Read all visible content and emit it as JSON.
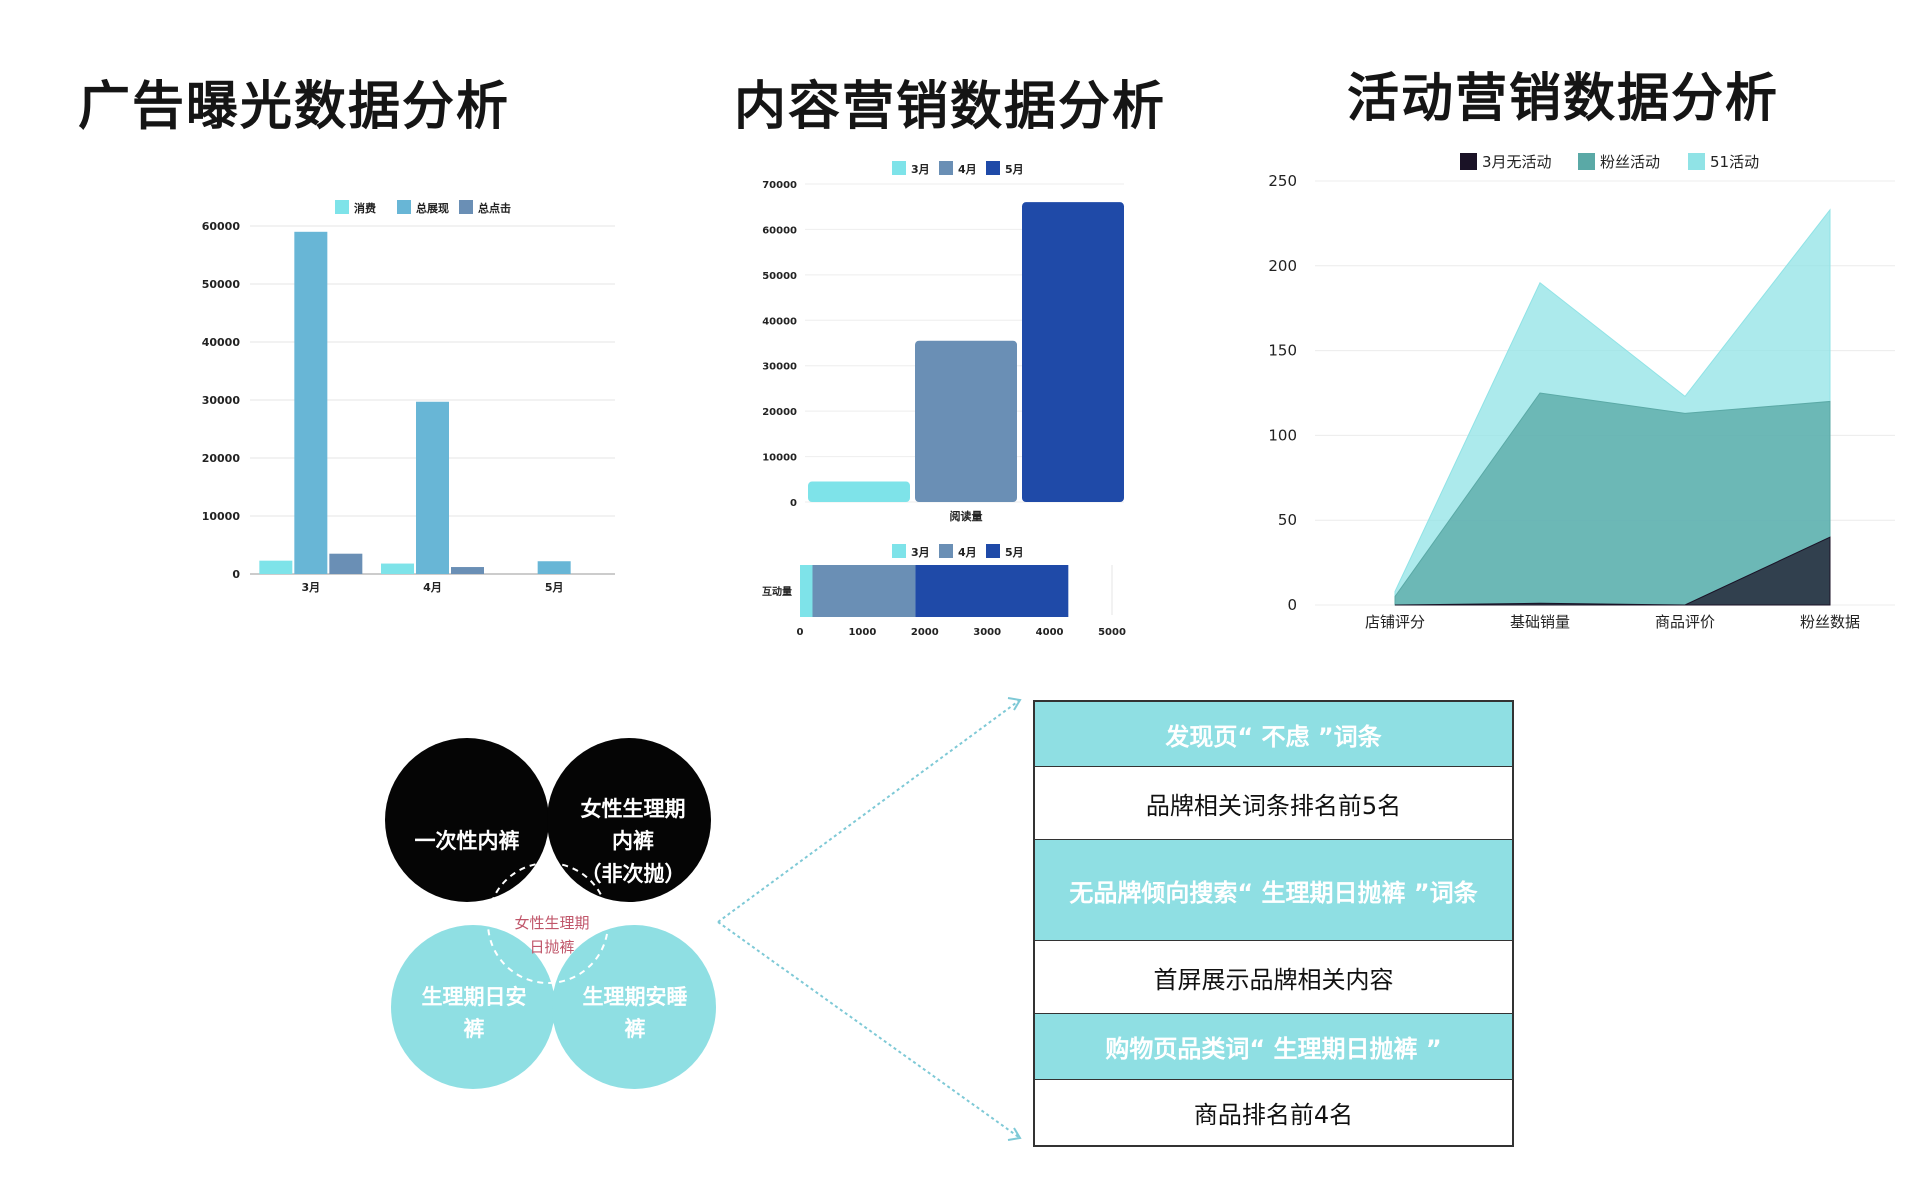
{
  "titles": {
    "ad": "广告曝光数据分析",
    "content": "内容营销数据分析",
    "activity": "活动营销数据分析"
  },
  "colors": {
    "cyan": "#7ee3e9",
    "sky": "#68b6d6",
    "steel": "#6a8fb5",
    "navy": "#1f4aa8",
    "area_black": "#1a1226",
    "area_teal": "#5aa9a6",
    "area_light": "#90e3e6",
    "circle_black": "#050505",
    "circle_cyan": "#8fdfe3",
    "overlap_text": "#c0566a"
  },
  "chart_data": [
    {
      "id": "ad",
      "type": "bar",
      "categories": [
        "3月",
        "4月",
        "5月"
      ],
      "series": [
        {
          "name": "消费",
          "values": [
            2300,
            1800,
            0
          ]
        },
        {
          "name": "总展现",
          "values": [
            59000,
            29700,
            2200
          ]
        },
        {
          "name": "总点击",
          "values": [
            3500,
            1200,
            0
          ]
        }
      ],
      "ylim": [
        0,
        60000
      ],
      "yticks": [
        "0",
        "10000",
        "20000",
        "30000",
        "40000",
        "50000",
        "60000"
      ],
      "legend": "top"
    },
    {
      "id": "reads",
      "type": "bar",
      "categories": [
        "阅读量"
      ],
      "series": [
        {
          "name": "3月",
          "values": [
            4500
          ]
        },
        {
          "name": "4月",
          "values": [
            35500
          ]
        },
        {
          "name": "5月",
          "values": [
            66000
          ]
        }
      ],
      "ylim": [
        0,
        70000
      ],
      "yticks": [
        "0",
        "10000",
        "20000",
        "30000",
        "40000",
        "50000",
        "60000",
        "70000"
      ],
      "legend": "top"
    },
    {
      "id": "interact",
      "type": "bar",
      "orientation": "horizontal-stacked",
      "categories": [
        "互动量"
      ],
      "series": [
        {
          "name": "3月",
          "values": [
            200
          ]
        },
        {
          "name": "4月",
          "values": [
            1650
          ]
        },
        {
          "name": "5月",
          "values": [
            2450
          ]
        }
      ],
      "xlim": [
        0,
        5000
      ],
      "xticks": [
        "0",
        "1000",
        "2000",
        "3000",
        "4000",
        "5000"
      ],
      "legend": "top"
    },
    {
      "id": "activity",
      "type": "area",
      "categories": [
        "店铺评分",
        "基础销量",
        "商品评价",
        "粉丝数据"
      ],
      "series": [
        {
          "name": "3月无活动",
          "values": [
            0,
            1,
            0,
            40
          ]
        },
        {
          "name": "粉丝活动",
          "values": [
            5,
            125,
            113,
            120
          ]
        },
        {
          "name": "51活动",
          "values": [
            8,
            190,
            123,
            233
          ]
        }
      ],
      "ylim": [
        0,
        250
      ],
      "yticks": [
        "0",
        "50",
        "100",
        "150",
        "200",
        "250"
      ],
      "legend": "top"
    }
  ],
  "venn": {
    "top_left": [
      "一次性内裤"
    ],
    "top_right": [
      "女性生理期",
      "内裤",
      "（非次抛）"
    ],
    "overlap": [
      "女性生理期",
      "日抛裤"
    ],
    "bottom_left": [
      "生理期日安",
      "裤"
    ],
    "bottom_right": [
      "生理期安睡",
      "裤"
    ]
  },
  "keyword_table": [
    {
      "text": "发现页“ 不虑 ”词条",
      "highlight": true
    },
    {
      "text": "品牌相关词条排名前5名",
      "highlight": false
    },
    {
      "text": "无品牌倾向搜索“ 生理期日抛裤 ”词条",
      "highlight": true
    },
    {
      "text": "首屏展示品牌相关内容",
      "highlight": false
    },
    {
      "text": "购物页品类词“ 生理期日抛裤 ”",
      "highlight": true
    },
    {
      "text": "商品排名前4名",
      "highlight": false
    }
  ]
}
